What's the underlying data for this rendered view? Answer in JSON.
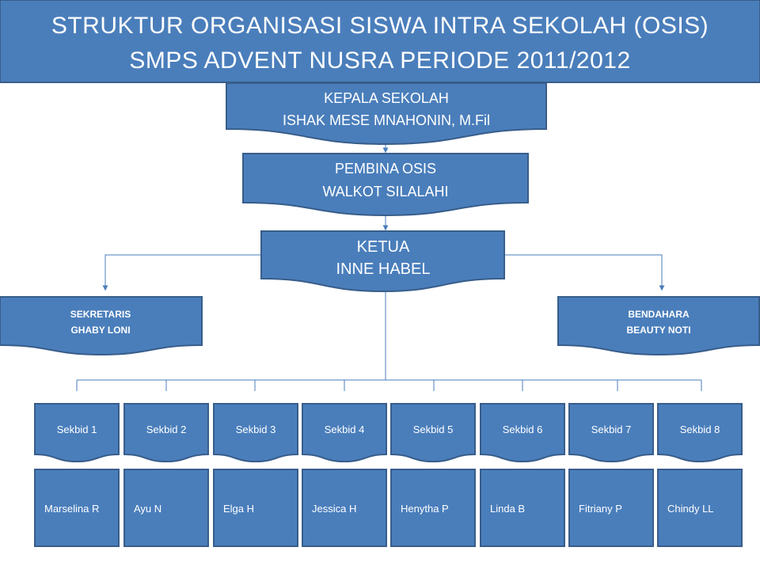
{
  "title": {
    "line1": "STRUKTUR ORGANISASI SISWA INTRA SEKOLAH (OSIS)",
    "line2": "SMPS ADVENT NUSRA PERIODE 2011/2012"
  },
  "kepala_sekolah": {
    "role": "KEPALA SEKOLAH",
    "name": "ISHAK MESE MNAHONIN, M.Fil"
  },
  "pembina": {
    "role": "PEMBINA OSIS",
    "name": "WALKOT SILALAHI"
  },
  "ketua": {
    "role": "KETUA",
    "name": "INNE HABEL"
  },
  "sekretaris": {
    "role": "SEKRETARIS",
    "name": "GHABY LONI"
  },
  "bendahara": {
    "role": "BENDAHARA",
    "name": "BEAUTY NOTI"
  },
  "sekbid": [
    {
      "label": "Sekbid 1",
      "member": "Marselina R"
    },
    {
      "label": "Sekbid 2",
      "member": "Ayu N"
    },
    {
      "label": "Sekbid 3",
      "member": "Elga H"
    },
    {
      "label": "Sekbid 4",
      "member": "Jessica H"
    },
    {
      "label": "Sekbid 5",
      "member": "Henytha P"
    },
    {
      "label": "Sekbid 6",
      "member": "Linda B"
    },
    {
      "label": "Sekbid 7",
      "member": "Fitriany P"
    },
    {
      "label": "Sekbid 8",
      "member": "Chindy LL"
    }
  ],
  "colors": {
    "fill": "#4a7ebb",
    "stroke": "#385d8a",
    "connector": "#4a7ebb"
  }
}
